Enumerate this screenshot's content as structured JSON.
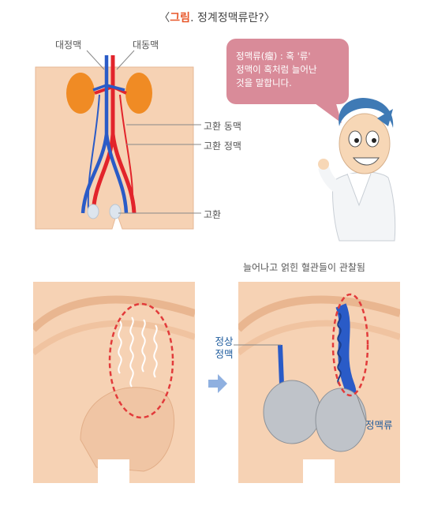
{
  "title": {
    "prefix": "〈",
    "accent": "그림",
    "rest": ". 정계정맥류란?〉"
  },
  "top_diagram": {
    "labels": {
      "vena_cava": "대정맥",
      "aorta": "대동맥",
      "testicular_artery": "고환 동맥",
      "testicular_vein": "고환 정맥",
      "testis": "고환"
    }
  },
  "speech_bubble": {
    "line1": "정맥류(瘤) : 혹 '류'",
    "line2": "정맥이 혹처럼 늘어난",
    "line3": "것을 말합니다."
  },
  "bottom": {
    "caption": "늘어나고 얽힌 혈관들이 관찰됨",
    "normal_vein_line1": "정상",
    "normal_vein_line2": "정맥",
    "varicocele": "정맥류"
  },
  "colors": {
    "title_accent": "#e8572a",
    "bubble": "#d98b99",
    "skin": "#f6d2b4",
    "artery": "#e2242b",
    "vein": "#2a5bc7",
    "label_blue": "#1c5a9c",
    "highlight": "#e23b3b"
  }
}
